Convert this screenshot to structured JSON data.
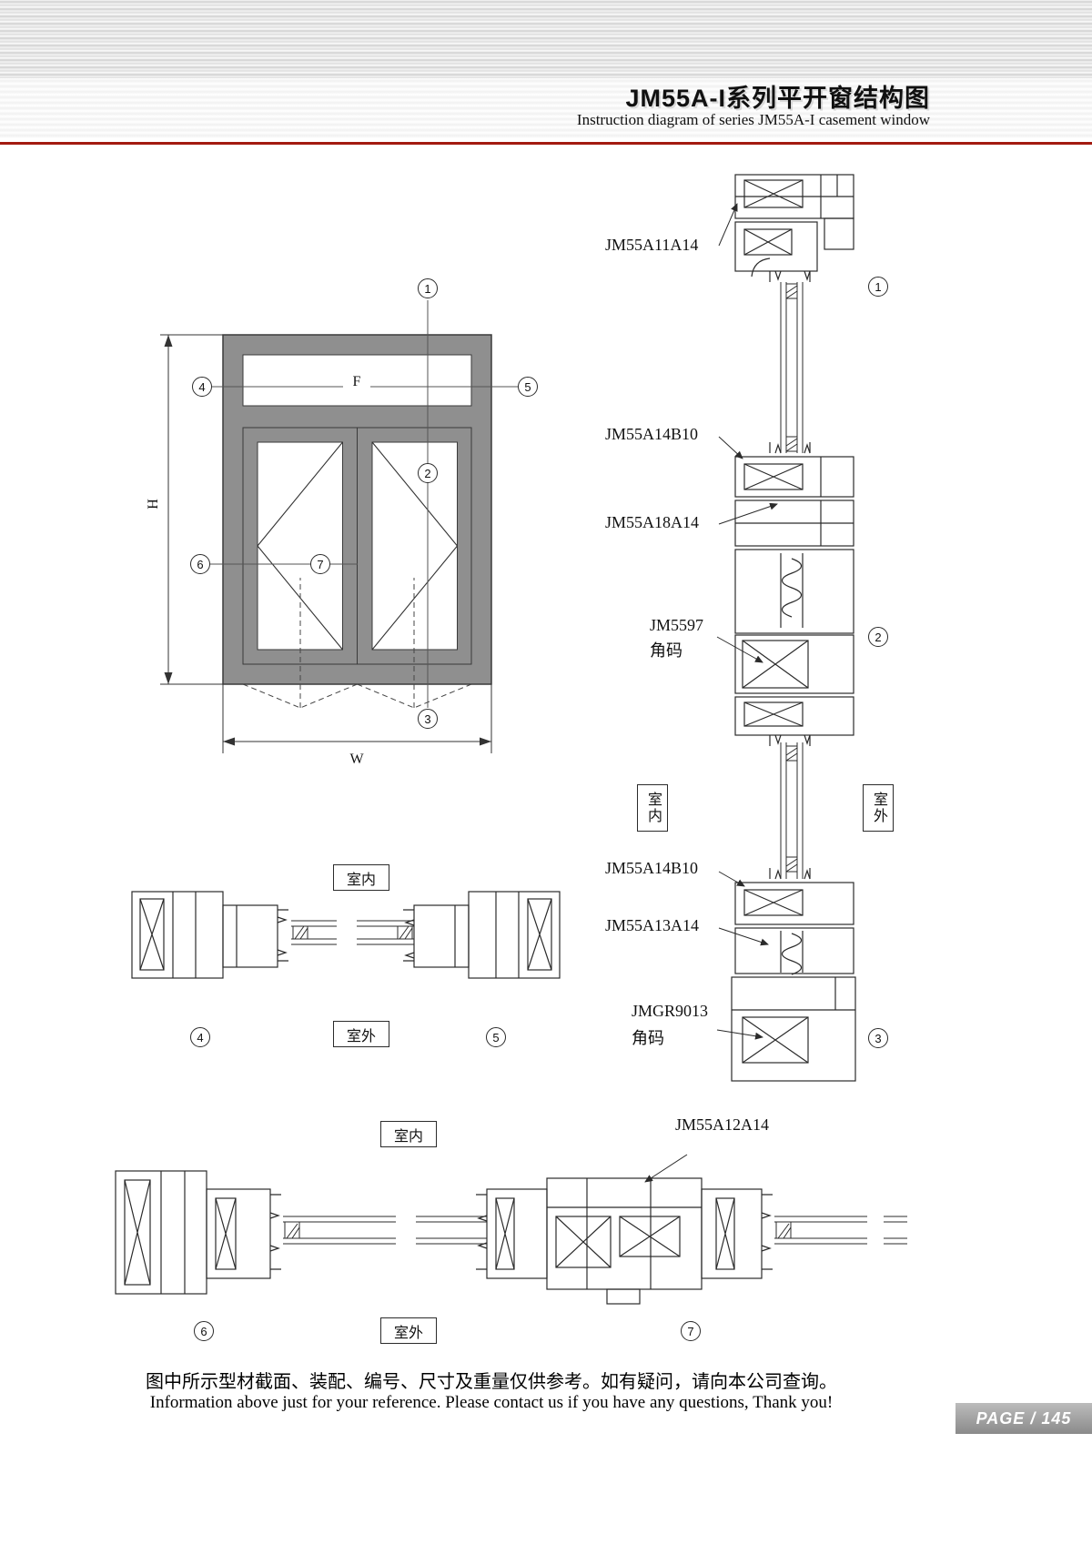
{
  "header": {
    "title": "JM55A-I系列平开窗结构图",
    "subtitle": "Instruction diagram of series JM55A-I casement window"
  },
  "front_view": {
    "transom_label": "F",
    "height_label": "H",
    "width_label": "W"
  },
  "markers": {
    "m1": "1",
    "m2": "2",
    "m3": "3",
    "m4": "4",
    "m5": "5",
    "m6": "6",
    "m7": "7"
  },
  "part_labels": {
    "head_frame": "JM55A11A14",
    "glazing_bead_top": "JM55A14B10",
    "transom_profile": "JM55A18A14",
    "corner_code_1": "JM5597",
    "corner_name_1": "角码",
    "glazing_bead_bottom": "JM55A14B10",
    "sill_sash": "JM55A13A14",
    "corner_code_2": "JMGR9013",
    "corner_name_2": "角码",
    "mullion": "JM55A12A14"
  },
  "room": {
    "inside": "室内",
    "outside": "室外"
  },
  "footer": {
    "note_cn": "图中所示型材截面、装配、编号、尺寸及重量仅供参考。如有疑问，请向本公司查询。",
    "note_en": "Information above just for your reference. Please contact us if you have any questions, Thank you!",
    "page": "PAGE / 145"
  }
}
